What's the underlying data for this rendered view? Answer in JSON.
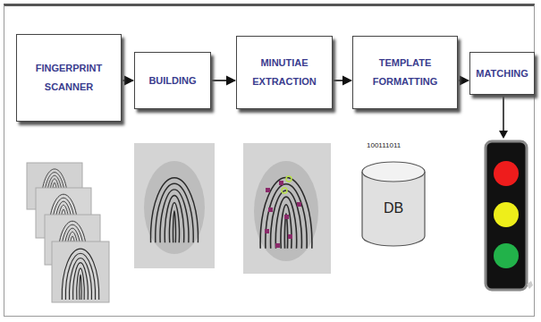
{
  "diagram": {
    "nodes": [
      {
        "text": [
          "FINGERPRINT SCANNER"
        ]
      },
      {
        "text": [
          "BUILDING"
        ]
      },
      {
        "text": [
          "MINUTIAE EXTRACTION"
        ]
      },
      {
        "text": [
          "TEMPLATE FORMATTING"
        ]
      },
      {
        "text": [
          "MATCHING"
        ]
      },
      {
        "text": [
          "DB"
        ]
      }
    ],
    "edges": [
      {
        "from": 0,
        "to": 1,
        "arrow": "to"
      },
      {
        "from": 1,
        "to": 2,
        "arrow": "to"
      },
      {
        "from": 2,
        "to": 3,
        "arrow": "to"
      },
      {
        "from": 3,
        "to": 4,
        "arrow": "to"
      }
    ],
    "labels": [
      "100111011"
    ]
  }
}
